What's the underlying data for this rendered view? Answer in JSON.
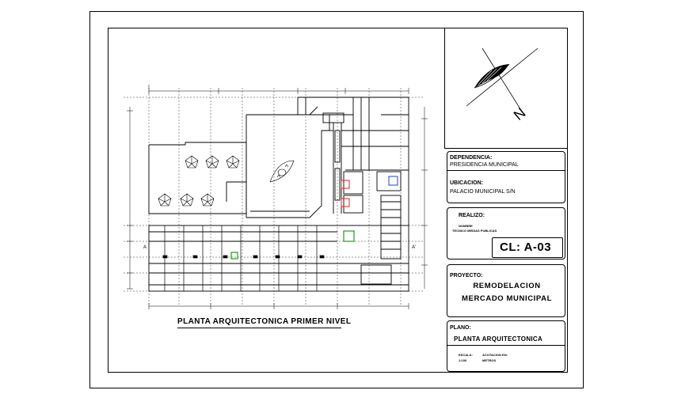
{
  "plan_title": "PLANTA ARQUITECTONICA PRIMER NIVEL",
  "north_label": "N",
  "axis_left_label": "A",
  "axis_right_label": "A'",
  "title_block": {
    "dependencia_label": "DEPENDENCIA:",
    "dependencia_value": "PRESIDENCIA MUNICIPAL",
    "ubicacion_label": "UBICACION:",
    "ubicacion_value": "PALACIO MUNICIPAL S/N",
    "realizo_label": "REALIZO:",
    "realizo_line1": "NOMBRE",
    "realizo_line2": "TECNICO MEDIAS PUBLICAS",
    "sheet_code": "CL: A-03",
    "proyecto_label": "PROYECTO:",
    "proyecto_line1": "REMODELACION",
    "proyecto_line2": "MERCADO MUNICIPAL",
    "plano_label": "PLANO:",
    "plano_value": "PLANTA ARQUITECTONICA",
    "escala_label": "ESCALA:",
    "escala_value": "1:100",
    "acotacion_label": "ACOTACION EN:",
    "acotacion_value": "METROS"
  },
  "colors": {
    "line": "#000000",
    "fixture_red": "#e0201c",
    "fixture_blue": "#1f3fd0",
    "planter_green": "#2aa82a"
  }
}
